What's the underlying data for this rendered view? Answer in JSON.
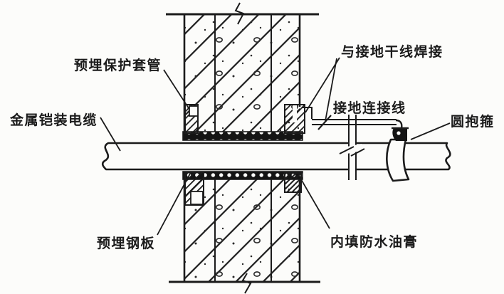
{
  "diagram": {
    "labels": {
      "embedded_protective_sleeve": "预埋保护套管",
      "metal_armored_cable": "金属铠装电缆",
      "weld_to_ground_trunk": "与接地干线焊接",
      "ground_connection_wire": "接地连接线",
      "round_clamp": "圆抱箍",
      "embedded_steel_plate": "预埋钢板",
      "waterproof_sealant_fill": "内填防水油膏"
    },
    "colors": {
      "ink": "#1b1b1b",
      "paper": "#fcfcfa"
    }
  }
}
